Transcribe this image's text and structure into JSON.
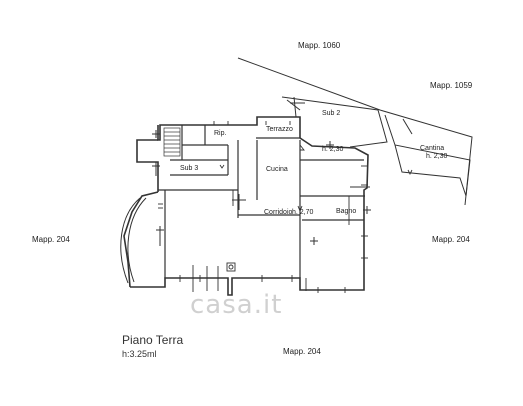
{
  "parcels": {
    "mapp_1060": "Mapp. 1060",
    "mapp_1059": "Mapp. 1059",
    "mapp_204_left": "Mapp. 204",
    "mapp_204_right": "Mapp. 204",
    "mapp_204_bottom": "Mapp. 204"
  },
  "rooms": {
    "rip": "Rip.",
    "terrazzo": "Terrazzo",
    "sub3": "Sub 3",
    "cucina": "Cucina",
    "corridoio": "Corridoio",
    "bagno": "Bagno",
    "sub2": "Sub 2",
    "cantina": "Cantina"
  },
  "heights": {
    "h_230_center": "h. 2,30",
    "h_270": "h. 2,70",
    "h_230_cantina": "h. 2,30"
  },
  "caption": {
    "title": "Piano Terra",
    "height": "h:3.25ml"
  },
  "watermark": "casa.it"
}
